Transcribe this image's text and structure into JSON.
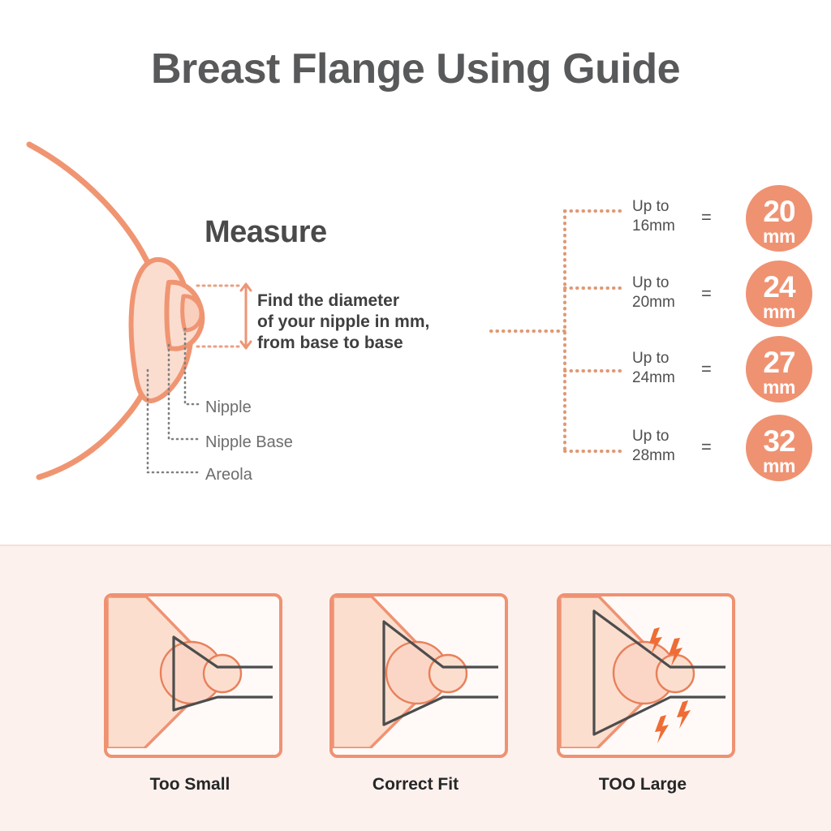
{
  "page": {
    "title": "Breast Flange Using Guide",
    "background_color": "#ffffff",
    "accent_color": "#ef9272",
    "bottom_bg_color": "#fdf1ee",
    "text_color": "#4a4a4a"
  },
  "measure": {
    "heading": "Measure",
    "instruction": "Find the diameter\nof your nipple in mm,\nfrom base to base",
    "anatomy_labels": [
      {
        "name": "Nipple"
      },
      {
        "name": "Nipple Base"
      },
      {
        "name": "Areola"
      }
    ]
  },
  "size_chart": {
    "equals": "=",
    "rows": [
      {
        "measure": "Up to\n16mm",
        "flange_size": "20",
        "unit": "mm"
      },
      {
        "measure": "Up to\n20mm",
        "flange_size": "24",
        "unit": "mm"
      },
      {
        "measure": "Up to\n24mm",
        "flange_size": "27",
        "unit": "mm"
      },
      {
        "measure": "Up to\n28mm",
        "flange_size": "32",
        "unit": "mm"
      }
    ]
  },
  "fit_examples": [
    {
      "caption": "Too Small"
    },
    {
      "caption": "Correct Fit"
    },
    {
      "caption": "TOO Large"
    }
  ]
}
